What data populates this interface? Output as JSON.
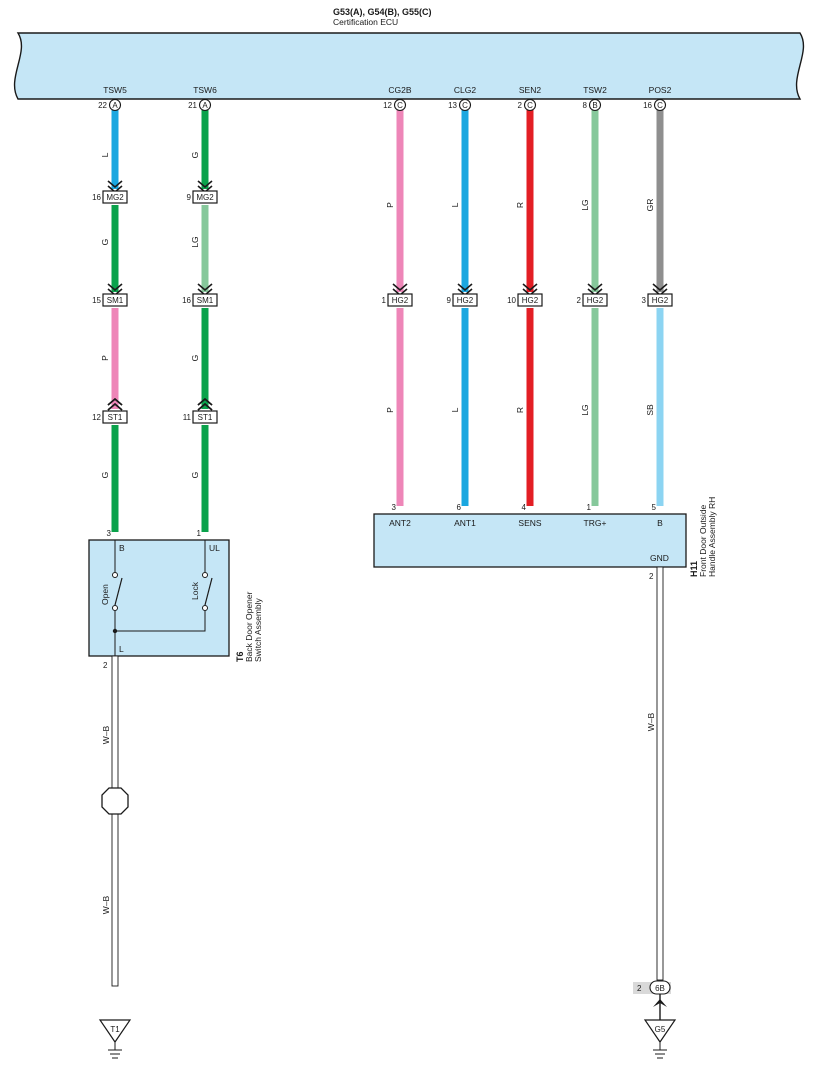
{
  "ecu": {
    "title": "G53(A), G54(B), G55(C)",
    "subtitle": "Certification ECU",
    "fill": "#c5e6f6"
  },
  "wire_colors": {
    "L": "#1aa7e0",
    "G": "#0aa24b",
    "LG": "#86c89b",
    "P": "#ee86b8",
    "R": "#e31e24",
    "GR": "#8f8f8f",
    "SB": "#8cd4f2",
    "W-B": "#ffffff"
  },
  "pins": [
    {
      "name": "TSW5",
      "num": "22",
      "connector": "A"
    },
    {
      "name": "TSW6",
      "num": "21",
      "connector": "A"
    },
    {
      "name": "CG2B",
      "num": "12",
      "connector": "C"
    },
    {
      "name": "CLG2",
      "num": "13",
      "connector": "C"
    },
    {
      "name": "SEN2",
      "num": "2",
      "connector": "C"
    },
    {
      "name": "TSW2",
      "num": "8",
      "connector": "B"
    },
    {
      "name": "POS2",
      "num": "16",
      "connector": "C"
    }
  ],
  "circuits": [
    {
      "segments": [
        {
          "color": "L",
          "label": "L"
        },
        {
          "color": "G",
          "label": "G"
        },
        {
          "color": "P",
          "label": "P"
        },
        {
          "color": "G",
          "label": "G"
        }
      ],
      "connectors": [
        {
          "num": "16",
          "name": "MG2"
        },
        {
          "num": "15",
          "name": "SM1"
        },
        {
          "num": "12",
          "name": "ST1"
        }
      ],
      "end_pin": "3"
    },
    {
      "segments": [
        {
          "color": "G",
          "label": "G"
        },
        {
          "color": "LG",
          "label": "LG"
        },
        {
          "color": "G",
          "label": "G"
        },
        {
          "color": "G",
          "label": "G"
        }
      ],
      "connectors": [
        {
          "num": "9",
          "name": "MG2"
        },
        {
          "num": "16",
          "name": "SM1"
        },
        {
          "num": "11",
          "name": "ST1"
        }
      ],
      "end_pin": "1"
    },
    {
      "segments": [
        {
          "color": "P",
          "label": "P"
        },
        {
          "color": "P",
          "label": "P"
        }
      ],
      "connectors": [
        {
          "num": "1",
          "name": "HG2"
        }
      ],
      "end_pin": "3"
    },
    {
      "segments": [
        {
          "color": "L",
          "label": "L"
        },
        {
          "color": "L",
          "label": "L"
        }
      ],
      "connectors": [
        {
          "num": "9",
          "name": "HG2"
        }
      ],
      "end_pin": "6"
    },
    {
      "segments": [
        {
          "color": "R",
          "label": "R"
        },
        {
          "color": "R",
          "label": "R"
        }
      ],
      "connectors": [
        {
          "num": "10",
          "name": "HG2"
        }
      ],
      "end_pin": "4"
    },
    {
      "segments": [
        {
          "color": "LG",
          "label": "LG"
        },
        {
          "color": "LG",
          "label": "LG"
        }
      ],
      "connectors": [
        {
          "num": "2",
          "name": "HG2"
        }
      ],
      "end_pin": "1"
    },
    {
      "segments": [
        {
          "color": "GR",
          "label": "GR"
        },
        {
          "color": "SB",
          "label": "SB"
        }
      ],
      "connectors": [
        {
          "num": "3",
          "name": "HG2"
        }
      ],
      "end_pin": "5"
    }
  ],
  "switch_assembly": {
    "id": "T6",
    "name_line1": "Back Door Opener",
    "name_line2": "Switch Assembly",
    "terminals": {
      "b": "B",
      "ul": "UL",
      "l": "L"
    },
    "switch_open": "Open",
    "switch_lock": "Lock",
    "ground_pin": "2",
    "wire_label_1": "W–B",
    "wire_label_2": "W–B",
    "ground": "T1"
  },
  "handle_assembly": {
    "id": "H11",
    "name_line1": "Front Door Outside",
    "name_line2": "Handle Assembly RH",
    "terminals": [
      "ANT2",
      "ANT1",
      "SENS",
      "TRG+",
      "B"
    ],
    "gnd_label": "GND",
    "gnd_pin": "2",
    "wire_label": "W–B",
    "joint_pin": "2",
    "joint": "6B",
    "ground": "G5"
  }
}
